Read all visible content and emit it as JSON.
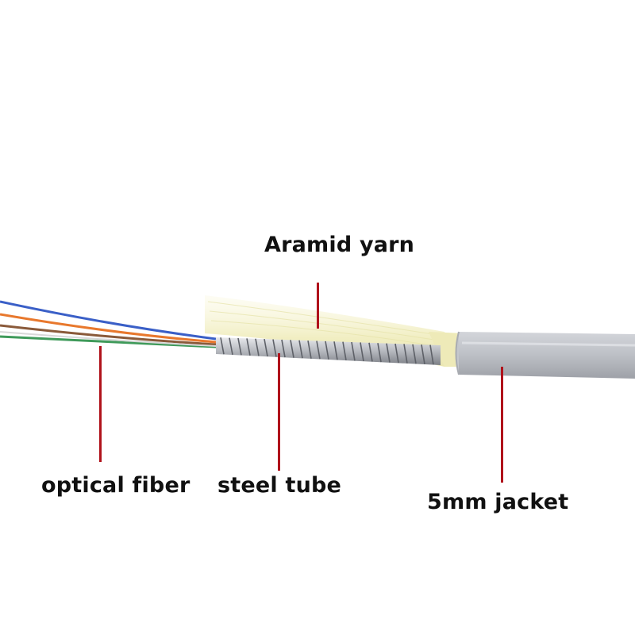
{
  "labels": {
    "aramid_yarn": "Aramid yarn",
    "optical_fiber": "optical fiber",
    "steel_tube": "steel tube",
    "jacket": "5mm jacket"
  },
  "colors": {
    "pointer": "#b0121b",
    "jacket": "#b9bcc2",
    "aramid_yarn": "#f3f0c8",
    "steel_tube": "#c9cbcf",
    "fiber_blue": "#3a5fc7",
    "fiber_orange": "#e8782d",
    "fiber_brown": "#8a5a3a",
    "fiber_green": "#3f9a5a"
  },
  "icons": [
    "fiber-strands",
    "steel-spiral-tube",
    "aramid-yarn-strands",
    "cable-jacket"
  ]
}
